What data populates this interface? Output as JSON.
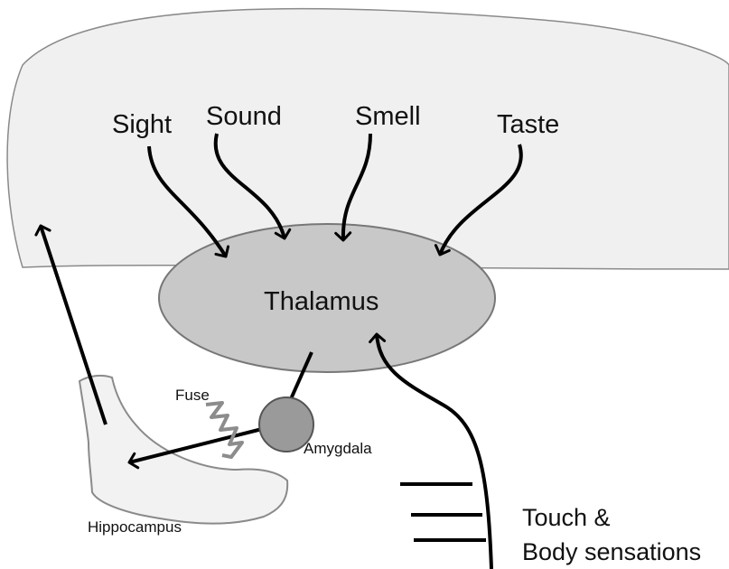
{
  "labels": {
    "sight": "Sight",
    "sound": "Sound",
    "smell": "Smell",
    "taste": "Taste",
    "thalamus": "Thalamus",
    "fuse": "Fuse",
    "amygdala": "Amygdala",
    "hippocampus": "Hippocampus",
    "touch_line1": "Touch &",
    "touch_line2": "Body sensations"
  },
  "colors": {
    "cortex_fill": "#f0f0f0",
    "cortex_stroke": "#8a8a8a",
    "thalamus_fill": "#c8c8c8",
    "amygdala_fill": "#9a9a9a",
    "hippocampus_fill": "#f2f2f2",
    "fuse_stroke": "#8c8c8c",
    "arrow": "#000000"
  }
}
